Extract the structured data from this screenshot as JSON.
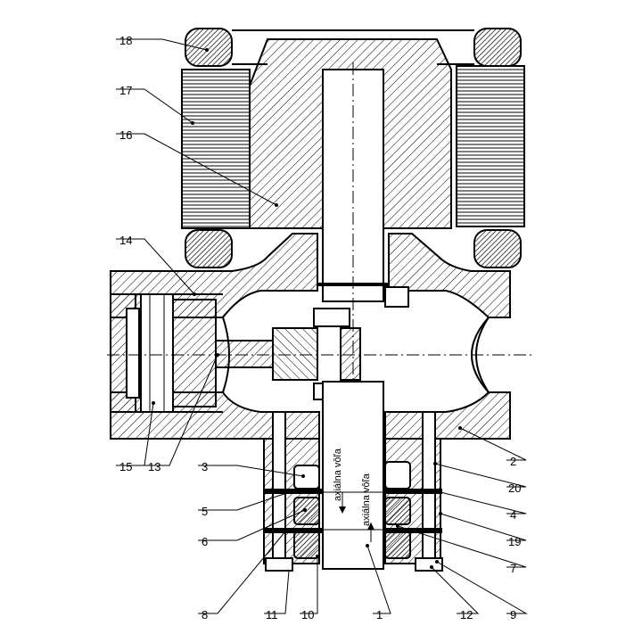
{
  "labels": {
    "l1": "1",
    "l2": "2",
    "l3": "3",
    "l4": "4",
    "l5": "5",
    "l6": "6",
    "l7": "7",
    "l8": "8",
    "l9": "9",
    "l10": "10",
    "l11": "11",
    "l12": "12",
    "l13": "13",
    "l14": "14",
    "l15": "15",
    "l16": "16",
    "l17": "17",
    "l18": "18",
    "l19": "19",
    "l20": "20"
  },
  "annotations": {
    "axial_play_1": "axiálna vôľa",
    "axial_play_2": "axiálna vôľa"
  },
  "colors": {
    "ink": "#000000",
    "paper": "#ffffff"
  }
}
